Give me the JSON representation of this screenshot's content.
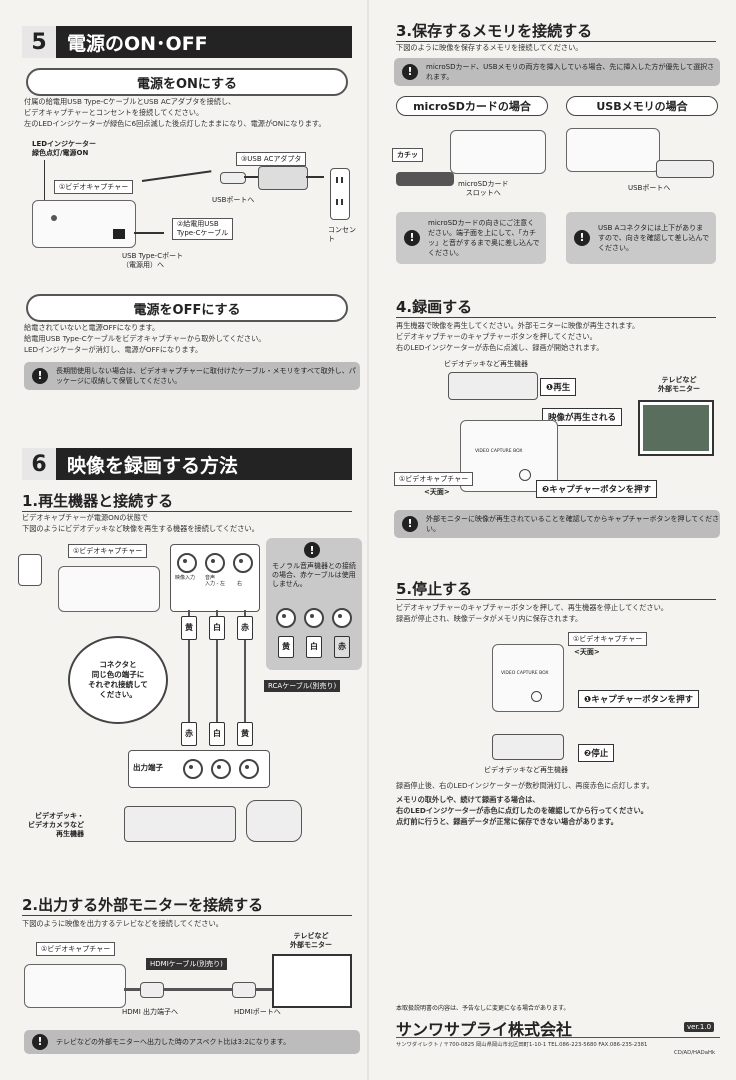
{
  "s5": {
    "num": "5",
    "title": "電源のON･OFF",
    "on": {
      "heading": "電源をONにする",
      "body": "付属の給電用USB Type-CケーブルとUSB ACアダプタを接続し、\nビデオキャプチャーとコンセントを接続してください。\n左のLEDインジケーターが緑色に6回点滅した後点灯したままになり、電源がONになります。",
      "led": "LEDインジケーター\n緑色点灯/電源ON",
      "capture": "①ビデオキャプチャー",
      "adapter": "③USB ACアダプタ",
      "usb_port": "USBポートへ",
      "cable": "②給電用USB\nType-Cケーブル",
      "outlet": "コンセント",
      "typec_port": "USB Type-Cポート\n（電源用）へ"
    },
    "off": {
      "heading": "電源をOFFにする",
      "body": "給電されていないと電源OFFになります。\n給電用USB Type-Cケーブルをビデオキャプチャーから取外してください。\nLEDインジケーターが消灯し、電源がOFFになります。",
      "note": "長期間使用しない場合は、ビデオキャプチャーに取付けたケーブル・メモリをすべて取外し、パッケージに収納して保管してください。"
    }
  },
  "s6": {
    "num": "6",
    "title": "映像を録画する方法",
    "step1": {
      "heading": "1.再生機器と接続する",
      "body": "ビデオキャプチャーが電源ONの状態で\n下図のようにビデオデッキなど映像を再生する機器を接続してください。",
      "capture": "①ビデオキャプチャー",
      "in_labels": [
        "映像入力",
        "音声\n入力 - 左",
        "右"
      ],
      "mono_note": "モノラル音声機器との接続の場合、赤ケーブルは使用しません。",
      "bubble": "コネクタと\n同じ色の端子に\nそれぞれ接続して\nください。",
      "rca": "RCAケーブル(別売り)",
      "out": "出力端子",
      "player": "ビデオデッキ・\nビデオカメラなど\n再生機器",
      "colors_top": [
        "黄",
        "白",
        "赤"
      ],
      "colors_bottom": [
        "赤",
        "白",
        "黄"
      ],
      "colors_mono": [
        "黄",
        "白",
        "赤"
      ]
    },
    "step2": {
      "heading": "2.出力する外部モニターを接続する",
      "body": "下図のように映像を出力するテレビなどを接続してください。",
      "capture": "①ビデオキャプチャー",
      "monitor": "テレビなど\n外部モニター",
      "hdmi": "HDMIケーブル(別売り)",
      "hdmi_out": "HDMI 出力端子へ",
      "hdmi_port": "HDMIポートへ",
      "note": "テレビなどの外部モニターへ出力した時のアスペクト比は3:2になります。"
    }
  },
  "step3": {
    "heading": "3.保存するメモリを接続する",
    "body": "下図のように映像を保存するメモリを接続してください。",
    "note": "microSDカード、USBメモリの両方を挿入している場合、先に挿入した方が優先して選択されます。",
    "sd_head": "microSDカードの場合",
    "usb_head": "USBメモリの場合",
    "click": "カチッ",
    "sd_slot": "microSDカード\nスロットへ",
    "usb_port": "USBポートへ",
    "sd_note": "microSDカードの向きにご注意ください。端子面を上にして、「カチッ」と音がするまで奥に差し込んでください。",
    "usb_note": "USB Aコネクタには上下がありますので、向きを確認して差し込んでください。"
  },
  "step4": {
    "heading": "4.録画する",
    "body": "再生機器で映像を再生してください。外部モニターに映像が再生されます。\nビデオキャプチャーのキャプチャーボタンを押してください。\n右のLEDインジケーターが赤色に点滅し、録画が開始されます。",
    "deck": "ビデオデッキなど再生機器",
    "play": "❶再生",
    "tv": "テレビなど\n外部モニター",
    "playing": "映像が再生される",
    "capture": "①ビデオキャプチャー",
    "top": "<天面>",
    "press": "❷キャプチャーボタンを押す",
    "device_text": "VIDEO CAPTURE BOX",
    "note": "外部モニターに映像が再生されていることを確認してからキャプチャーボタンを押してください。"
  },
  "step5": {
    "heading": "5.停止する",
    "body": "ビデオキャプチャーのキャプチャーボタンを押して、再生機器を停止してください。\n録画が停止され、映像データがメモリ内に保存されます。",
    "capture": "①ビデオキャプチャー",
    "top": "<天面>",
    "press": "❶キャプチャーボタンを押す",
    "stop": "❷停止",
    "deck": "ビデオデッキなど再生機器",
    "device_text": "VIDEO CAPTURE BOX",
    "after": "録画停止後、右のLEDインジケーターが数秒間消灯し、再度赤色に点灯します。",
    "warn": "メモリの取外しや、続けて録画する場合は、\n右のLEDインジケーターが赤色に点灯したのを確認してから行ってください。\n点灯前に行うと、録画データが正常に保存できない場合があります。"
  },
  "footer": {
    "disclaimer": "本取扱説明書の内容は、予告なしに変更になる場合があります。",
    "company": "サンワサプライ株式会社",
    "version": "ver.1.0",
    "address": "サンワダイレクト / 〒700-0825  岡山県岡山市北区田町1-10-1  TEL.086-223-5680  FAX.086-235-2381",
    "code": "CD/AD/HADaHk"
  },
  "colors": {
    "bar": "#232323",
    "note_bg": "#bcbcbc",
    "accent_red": "#b8413a"
  },
  "icons": [
    "warning-icon",
    "usb-plug-icon",
    "ac-adapter-icon",
    "outlet-icon",
    "tv-icon",
    "video-deck-icon",
    "camcorder-icon",
    "hdmi-plug-icon",
    "microsd-card-icon",
    "usb-memory-icon",
    "rca-plug-icon"
  ]
}
